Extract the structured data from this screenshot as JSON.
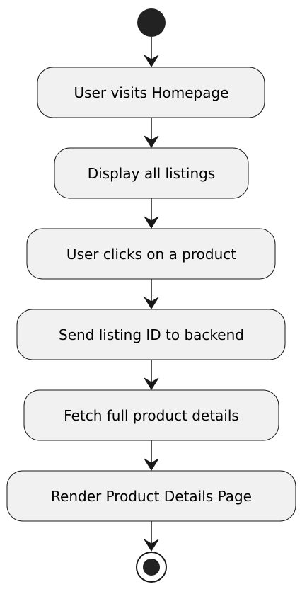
{
  "diagram": {
    "type": "activity",
    "start": {
      "kind": "initial"
    },
    "steps": [
      {
        "label": "User visits Homepage"
      },
      {
        "label": "Display all listings"
      },
      {
        "label": "User clicks on a product"
      },
      {
        "label": "Send listing ID to backend"
      },
      {
        "label": "Fetch full product details"
      },
      {
        "label": "Render Product Details Page"
      }
    ],
    "end": {
      "kind": "final"
    }
  },
  "colors": {
    "node_fill": "#f1f1f1",
    "stroke": "#181818",
    "text": "#000000",
    "background": "#ffffff"
  }
}
